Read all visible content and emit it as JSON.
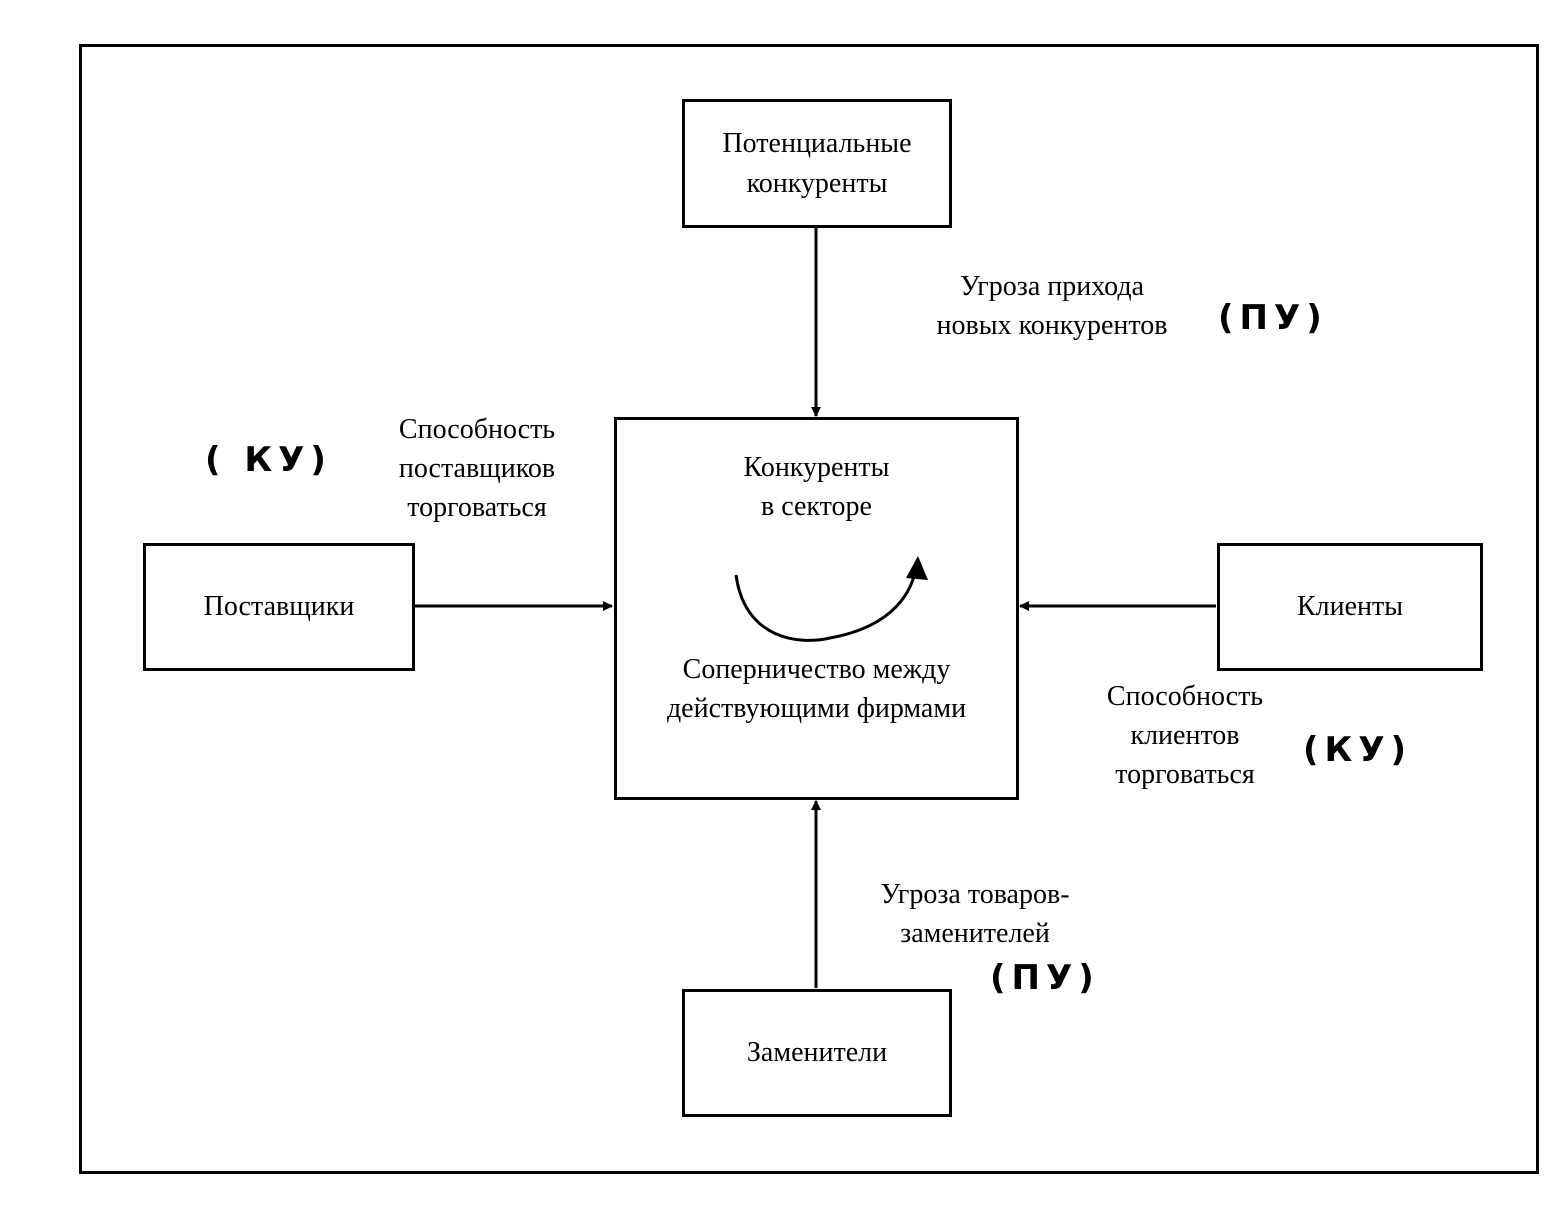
{
  "nodes": {
    "potential": {
      "line1": "Потенциальные",
      "line2": "конкуренты"
    },
    "center": {
      "line1": "Конкуренты",
      "line2": "в секторе",
      "line3": "Соперничество между",
      "line4": "действующими фирмами"
    },
    "suppliers": {
      "label": "Поставщики"
    },
    "clients": {
      "label": "Клиенты"
    },
    "substitutes": {
      "label": "Заменители"
    }
  },
  "edges": {
    "entry": {
      "line1": "Угроза прихода",
      "line2": "новых конкурентов",
      "note": "(ПУ)"
    },
    "suppliers": {
      "line1": "Способность",
      "line2": "поставщиков",
      "line3": "торговаться",
      "note": "( КУ)"
    },
    "clients": {
      "line1": "Способность",
      "line2": "клиентов",
      "line3": "торговаться",
      "note": "(КУ)"
    },
    "substitutes": {
      "line1": "Угроза товаров-",
      "line2": "заменителей",
      "note": "(ПУ)"
    }
  }
}
